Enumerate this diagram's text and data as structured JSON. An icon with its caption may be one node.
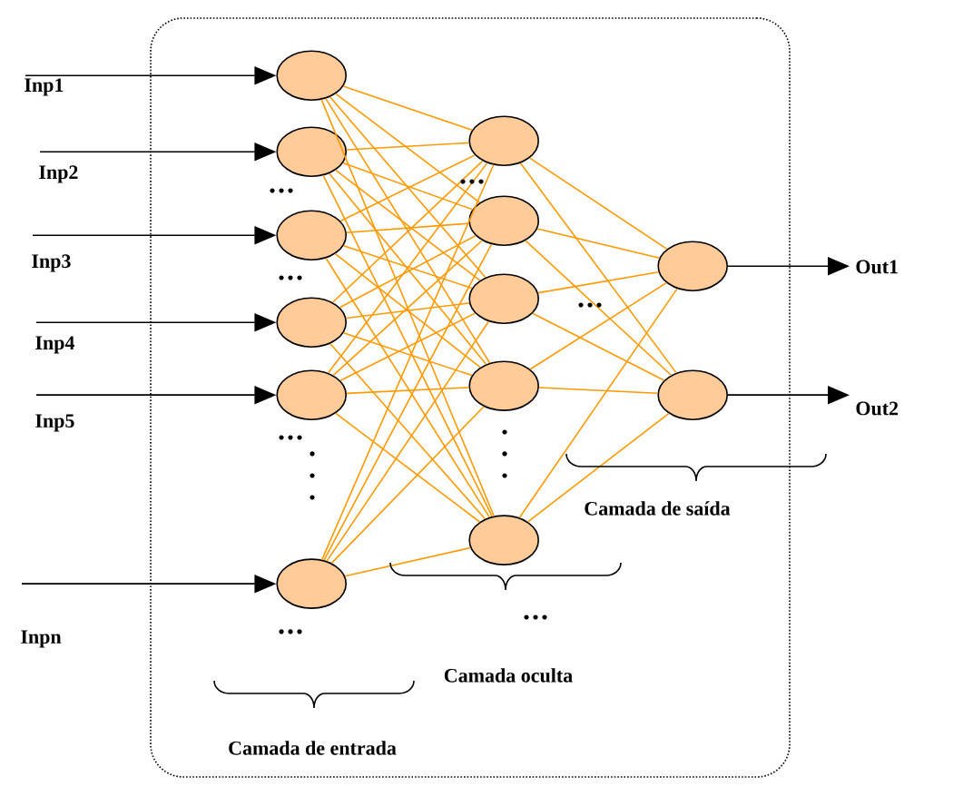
{
  "diagram": {
    "nodes": [
      {
        "text": [],
        "shape": "box"
      },
      {
        "text": [],
        "shape": "circle",
        "in": 0
      },
      {
        "text": [],
        "shape": "circle",
        "in": 0
      },
      {
        "text": [],
        "shape": "circle",
        "in": 0
      },
      {
        "text": [],
        "shape": "circle",
        "in": 0
      },
      {
        "text": [],
        "shape": "circle",
        "in": 0
      },
      {
        "text": [],
        "shape": "circle",
        "in": 0
      },
      {
        "text": [],
        "shape": "circle",
        "in": 0
      },
      {
        "text": [],
        "shape": "circle",
        "in": 0
      },
      {
        "text": [],
        "shape": "circle",
        "in": 0
      },
      {
        "text": [],
        "shape": "circle",
        "in": 0
      },
      {
        "text": [],
        "shape": "circle",
        "in": 0
      },
      {
        "text": [],
        "shape": "circle",
        "in": 0
      },
      {
        "text": [],
        "shape": "circle",
        "in": 0
      },
      {
        "text": [
          "Inp1"
        ]
      },
      {
        "text": [
          "Inp2"
        ]
      },
      {
        "text": [
          "Inp3"
        ]
      },
      {
        "text": [
          "Inp4"
        ]
      },
      {
        "text": [
          "Inp5"
        ]
      },
      {
        "text": [
          "Inpn"
        ]
      },
      {
        "text": [
          "Out1"
        ]
      },
      {
        "text": [
          "Out2"
        ]
      }
    ],
    "edges": [
      {
        "from": 14,
        "to": 1,
        "arrow": "to",
        "color": "#000000"
      },
      {
        "from": 15,
        "to": 2,
        "arrow": "to",
        "color": "#000000"
      },
      {
        "from": 16,
        "to": 3,
        "arrow": "to",
        "color": "#000000"
      },
      {
        "from": 17,
        "to": 4,
        "arrow": "to",
        "color": "#000000"
      },
      {
        "from": 18,
        "to": 5,
        "arrow": "to",
        "color": "#000000"
      },
      {
        "from": 19,
        "to": 6,
        "arrow": "to",
        "color": "#000000"
      },
      {
        "from": 1,
        "to": 7,
        "arrow": "none"
      },
      {
        "from": 1,
        "to": 8,
        "arrow": "none"
      },
      {
        "from": 1,
        "to": 9,
        "arrow": "none"
      },
      {
        "from": 1,
        "to": 10,
        "arrow": "none"
      },
      {
        "from": 1,
        "to": 11,
        "arrow": "none"
      },
      {
        "from": 2,
        "to": 7,
        "arrow": "none"
      },
      {
        "from": 2,
        "to": 8,
        "arrow": "none"
      },
      {
        "from": 2,
        "to": 9,
        "arrow": "none"
      },
      {
        "from": 2,
        "to": 10,
        "arrow": "none"
      },
      {
        "from": 2,
        "to": 11,
        "arrow": "none"
      },
      {
        "from": 3,
        "to": 7,
        "arrow": "none"
      },
      {
        "from": 3,
        "to": 8,
        "arrow": "none"
      },
      {
        "from": 3,
        "to": 9,
        "arrow": "none"
      },
      {
        "from": 3,
        "to": 10,
        "arrow": "none"
      },
      {
        "from": 3,
        "to": 11,
        "arrow": "none"
      },
      {
        "from": 4,
        "to": 7,
        "arrow": "none"
      },
      {
        "from": 4,
        "to": 8,
        "arrow": "none"
      },
      {
        "from": 4,
        "to": 9,
        "arrow": "none"
      },
      {
        "from": 4,
        "to": 10,
        "arrow": "none"
      },
      {
        "from": 4,
        "to": 11,
        "arrow": "none"
      },
      {
        "from": 5,
        "to": 7,
        "arrow": "none"
      },
      {
        "from": 5,
        "to": 8,
        "arrow": "none"
      },
      {
        "from": 5,
        "to": 9,
        "arrow": "none"
      },
      {
        "from": 5,
        "to": 10,
        "arrow": "none"
      },
      {
        "from": 5,
        "to": 11,
        "arrow": "none"
      },
      {
        "from": 6,
        "to": 7,
        "arrow": "none"
      },
      {
        "from": 6,
        "to": 8,
        "arrow": "none"
      },
      {
        "from": 6,
        "to": 9,
        "arrow": "none"
      },
      {
        "from": 6,
        "to": 10,
        "arrow": "none"
      },
      {
        "from": 6,
        "to": 11,
        "arrow": "none"
      },
      {
        "from": 7,
        "to": 12,
        "arrow": "none"
      },
      {
        "from": 7,
        "to": 13,
        "arrow": "none"
      },
      {
        "from": 8,
        "to": 12,
        "arrow": "none"
      },
      {
        "from": 8,
        "to": 13,
        "arrow": "none"
      },
      {
        "from": 9,
        "to": 12,
        "arrow": "none"
      },
      {
        "from": 9,
        "to": 13,
        "arrow": "none"
      },
      {
        "from": 10,
        "to": 12,
        "arrow": "none"
      },
      {
        "from": 10,
        "to": 13,
        "arrow": "none"
      },
      {
        "from": 11,
        "to": 12,
        "arrow": "none"
      },
      {
        "from": 11,
        "to": 13,
        "arrow": "none"
      },
      {
        "from": 12,
        "to": 20,
        "arrow": "to",
        "color": "#000000"
      },
      {
        "from": 13,
        "to": 21,
        "arrow": "to",
        "color": "#000000"
      }
    ],
    "labels": [
      "Camada de saída",
      "Camada oculta",
      "Camada de entrada"
    ]
  }
}
